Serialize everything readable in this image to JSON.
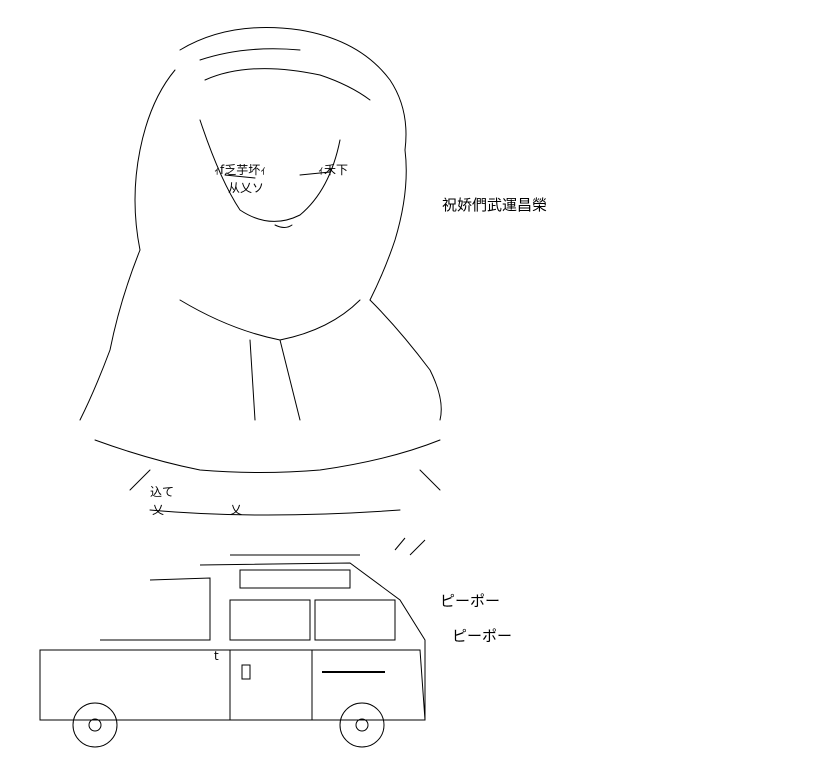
{
  "captions": {
    "shop_sign": "祝娇們武運昌榮",
    "siren_1": "ピーポー",
    "siren_2": "ピーポー"
  },
  "art": {
    "character_kanji": "ｨf乏芋坏ｨ",
    "character_kanji_2": "ｨ禾下",
    "character_kanji_3": "从乂ソ",
    "character_kanji_4": "込て",
    "character_kanji_5": "乂",
    "character_kanji_6": "乂",
    "ambulance_label": "t"
  }
}
